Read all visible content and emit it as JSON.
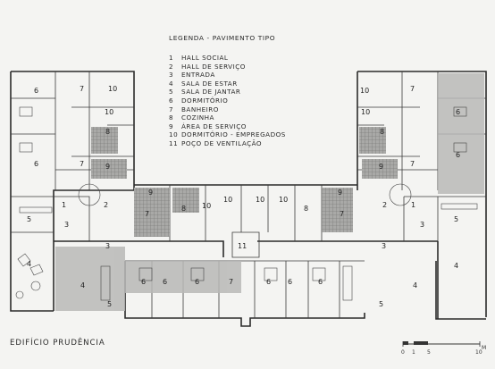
{
  "legend": {
    "title": "LEGENDA - PAVIMENTO TIPO",
    "items": [
      {
        "num": "1",
        "label": "HALL SOCIAL"
      },
      {
        "num": "2",
        "label": "HALL DE SERVIÇO"
      },
      {
        "num": "3",
        "label": "ENTRADA"
      },
      {
        "num": "4",
        "label": "SALA DE ESTAR"
      },
      {
        "num": "5",
        "label": "SALA DE JANTAR"
      },
      {
        "num": "6",
        "label": "DORMITÓRIO"
      },
      {
        "num": "7",
        "label": "BANHEIRO"
      },
      {
        "num": "8",
        "label": "COZINHA"
      },
      {
        "num": "9",
        "label": "ÁREA DE SERVIÇO"
      },
      {
        "num": "10",
        "label": "DORMITÓRIO - EMPREGADOS"
      },
      {
        "num": "11",
        "label": "POÇO DE VENTILAÇÃO"
      }
    ]
  },
  "building_name": "EDIFÍCIO  PRUDÊNCIA",
  "scale": {
    "ticks": [
      "0",
      "1",
      "5",
      "10"
    ],
    "unit": "M"
  },
  "colors": {
    "line": "#2b2b2b",
    "grey_fill": "#b9b9b7",
    "tile": "#8f8f8d",
    "paper": "#f4f4f2"
  }
}
